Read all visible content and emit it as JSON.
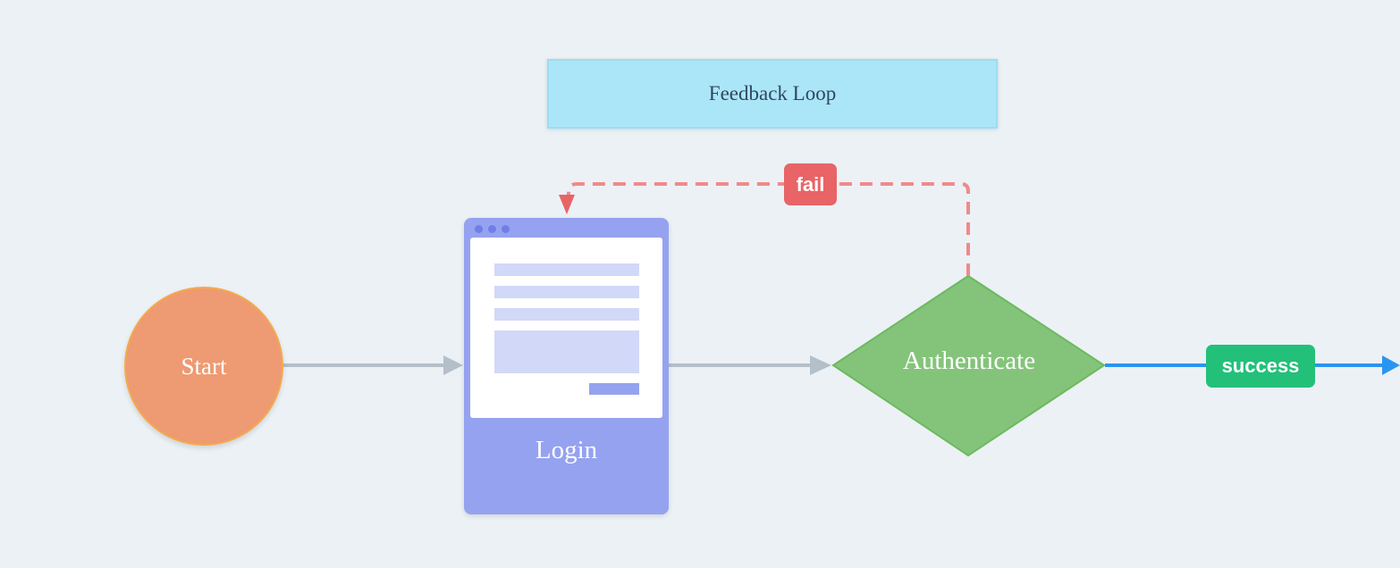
{
  "group": {
    "label": "Feedback Loop"
  },
  "nodes": {
    "start": {
      "label": "Start"
    },
    "login": {
      "label": "Login"
    },
    "authenticate": {
      "label": "Authenticate"
    }
  },
  "edges": {
    "fail": {
      "label": "fail"
    },
    "success": {
      "label": "success"
    }
  },
  "colors": {
    "background": "#ecf1f5",
    "start_fill": "#ee9a72",
    "login_fill": "#95a2f0",
    "authenticate_fill": "#84c47a",
    "feedback_fill": "#abe6f8",
    "fail": "#e86466",
    "success": "#23c07a",
    "success_arrow": "#2a95f0",
    "connector": "#b3bfc9"
  }
}
